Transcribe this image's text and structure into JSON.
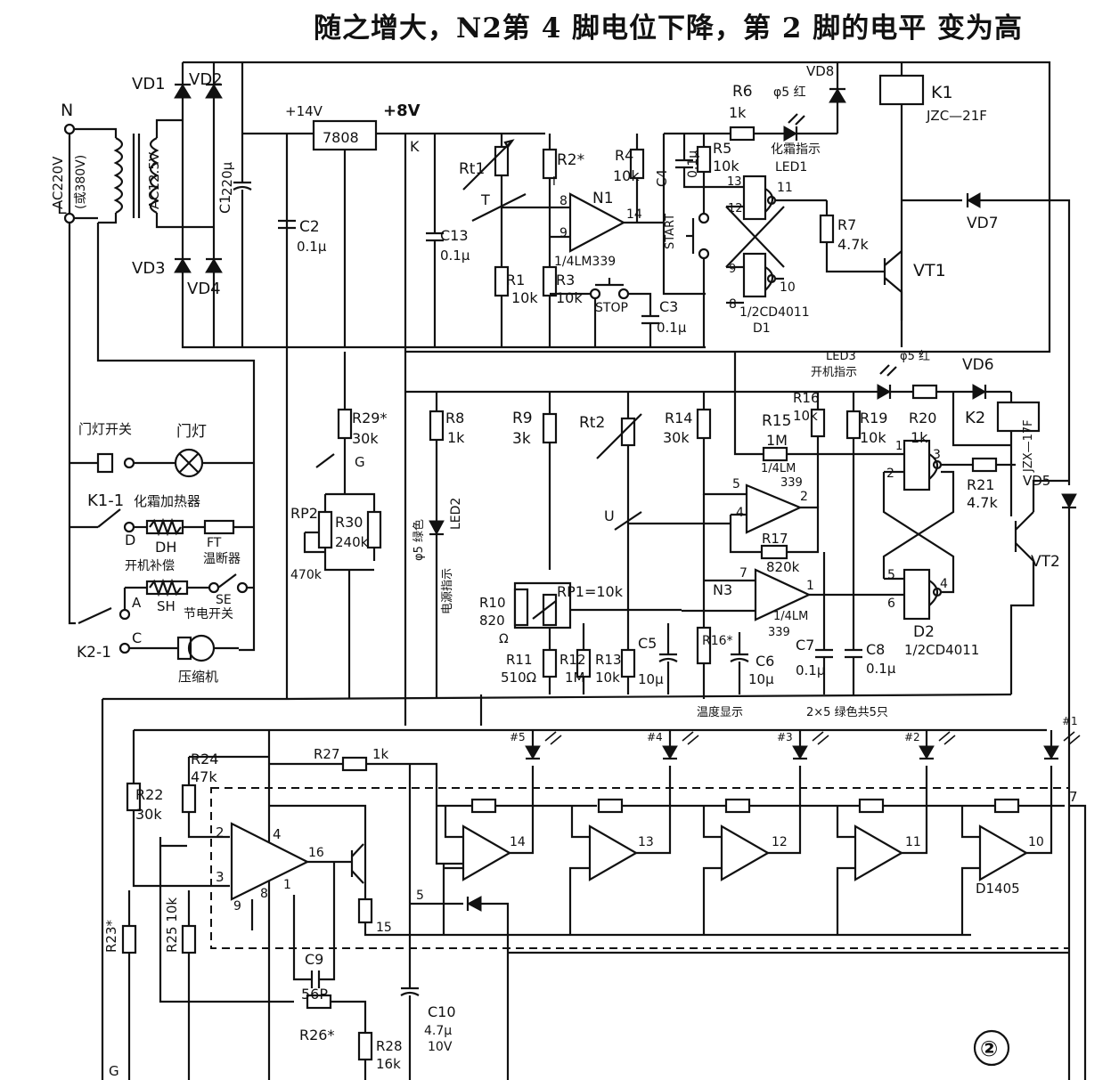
{
  "header": "随之增大，N2第 4 脚电位下降，第 2 脚的电平 变为高",
  "figure_number": "②",
  "power": {
    "N": "N",
    "L": "L",
    "ac_in": "AC220V",
    "ac_in_alt": "(或380V)",
    "transformer": "AC12.5V",
    "v14": "+14V",
    "v8": "+8V",
    "K": "K",
    "reg": "7808",
    "VD1": "VD1",
    "VD2": "VD2",
    "VD3": "VD3",
    "VD4": "VD4",
    "C1": "C1",
    "C1v": "220μ",
    "C2": "C2",
    "C2v": "0.1μ"
  },
  "top": {
    "Rt1": "Rt1",
    "T": "T",
    "C13": "C13",
    "C13v": "0.1μ",
    "R2": "R2*",
    "R2n": "I",
    "R1": "R1",
    "R1v": "10k",
    "R3": "R3",
    "R3v": "10k",
    "R4": "R4",
    "R4v": "10k",
    "N1": "N1",
    "N1type": "1/4LM339",
    "p8": "8",
    "p9": "9",
    "p14": "14",
    "STOP": "STOP",
    "START": "START",
    "C3": "C3",
    "C3v": "0.1μ",
    "C4": "C4",
    "C4v": "0.1μ",
    "R5": "R5",
    "R5v": "10k",
    "R6": "R6",
    "R6v": "1k",
    "LED1a": "φ5 红",
    "LED1b": "化霜指示",
    "LED1c": "LED1",
    "VD8": "VD8",
    "K1": "K1",
    "K1type": "JZC—21F",
    "p13": "13",
    "p12": "12",
    "p11": "11",
    "pd9": "9",
    "pd8": "8",
    "p10": "10",
    "D1type": "1/2CD4011",
    "D1": "D1",
    "R7": "R7",
    "R7v": "4.7k",
    "VT1": "VT1",
    "VD7": "VD7"
  },
  "left": {
    "door_switch": "门灯开关",
    "door_lamp": "门灯",
    "K11": "K1-1",
    "heater": "化霜加热器",
    "D": "D",
    "DH": "DH",
    "FT": "FT",
    "fuse": "温断器",
    "comp": "开机补偿",
    "SH": "SH",
    "SE": "SE",
    "save": "节电开关",
    "A": "A",
    "C": "C",
    "K21": "K2-1",
    "compressor": "压缩机"
  },
  "mid": {
    "R29": "R29*",
    "R29v": "30k",
    "G": "G",
    "RP2": "RP2",
    "RP2v": "470k",
    "R30": "R30",
    "R30v": "240k",
    "R8": "R8",
    "R8v": "1k",
    "LED2a": "φ5 绿色",
    "LED2b": "LED2",
    "LED2c": "电源指示",
    "R9": "R9",
    "R9v": "3k",
    "Rt2": "Rt2",
    "U": "U",
    "R14": "R14",
    "R14v": "30k",
    "R15": "R15",
    "R15v": "1M",
    "N2type": "1/4LM",
    "N2type2": "339",
    "R16": "R16",
    "R16v": "10k",
    "R19": "R19",
    "R19v": "10k",
    "R20": "R20",
    "R20v": "1k",
    "VD6": "VD6",
    "LED3a": "LED3",
    "LED3b": "开机指示",
    "LED3c": "φ5 红",
    "K2": "K2",
    "K2type": "JZX—17F",
    "q1": "1",
    "q2": "2",
    "q3": "3",
    "q4": "4",
    "q5": "5",
    "q6": "6",
    "n5": "5",
    "n4": "4",
    "n2": "2",
    "n7": "7",
    "n1": "1",
    "R17": "R17",
    "R17v": "820k",
    "N3": "N3",
    "N3type": "1/4LM",
    "N3type2": "339",
    "R21": "R21",
    "R21v": "4.7k",
    "VD5": "VD5",
    "VT2": "VT2",
    "D2": "D2",
    "D2type": "1/2CD4011",
    "R10": "R10",
    "R10v": "820",
    "R10u": "Ω",
    "RP1": "RP1=10k",
    "R11": "R11",
    "R11v": "510Ω",
    "R12": "R12",
    "R12v": "1M",
    "R13": "R13",
    "R13v": "10k",
    "C5": "C5",
    "C5v": "10μ",
    "R16b": "R16*",
    "C6": "C6",
    "C6v": "10μ",
    "C7": "C7",
    "C7v": "0.1μ",
    "C8": "C8",
    "C8v": "0.1μ"
  },
  "bottom": {
    "temp": "温度显示",
    "leds": "2×5 绿色共5只",
    "L5": "#5",
    "L4": "#4",
    "L3": "#3",
    "L2": "#2",
    "L1": "#1",
    "R27": "R27",
    "R27v": "1k",
    "R24": "R24",
    "R24v": "47k",
    "R22": "R22",
    "R22v": "30k",
    "R23": "R23*",
    "R25": "R25 10k",
    "b2": "2",
    "b3": "3",
    "b4": "4",
    "b16": "16",
    "b1": "1",
    "b8": "8",
    "b9": "9",
    "b15": "15",
    "b5": "5",
    "b7": "7",
    "o14": "14",
    "o13": "13",
    "o12": "12",
    "o11": "11",
    "o10": "10",
    "D1405": "D1405",
    "C9": "C9",
    "C9v": "56P",
    "R26": "R26*",
    "C10": "C10",
    "C10v": "4.7μ",
    "C10v2": "10V",
    "R28": "R28",
    "R28v": "16k",
    "Gb": "G"
  }
}
